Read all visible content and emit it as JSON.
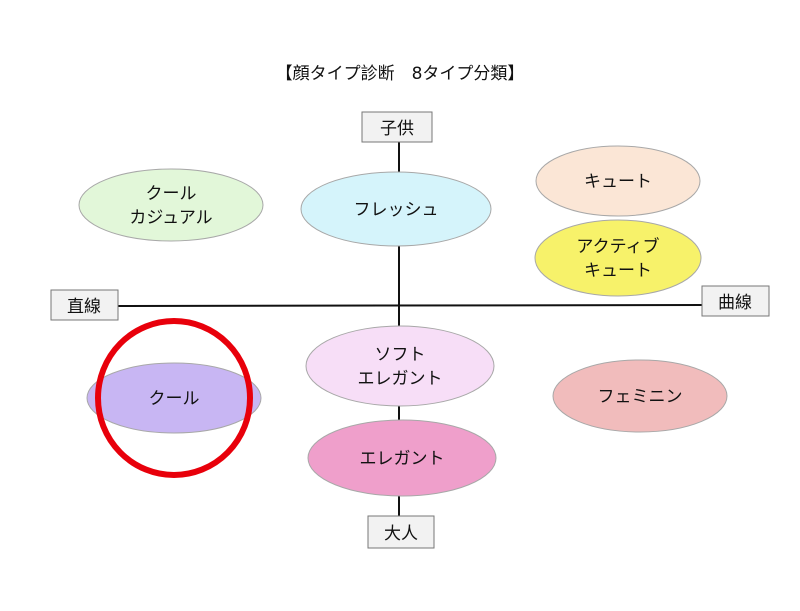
{
  "title": "【顔タイプ診断　8タイプ分類】",
  "axes": {
    "top": "子供",
    "bottom": "大人",
    "left": "直線",
    "right": "曲線"
  },
  "types": [
    {
      "id": "cool-casual",
      "lines": [
        "クール",
        "カジュアル"
      ],
      "color": "#e2f7d9"
    },
    {
      "id": "fresh",
      "lines": [
        "フレッシュ"
      ],
      "color": "#d5f4fb"
    },
    {
      "id": "cute",
      "lines": [
        "キュート"
      ],
      "color": "#fbe6d6"
    },
    {
      "id": "active-cute",
      "lines": [
        "アクティブ",
        "キュート"
      ],
      "color": "#f7f26a"
    },
    {
      "id": "soft-elegant",
      "lines": [
        "ソフト",
        "エレガント"
      ],
      "color": "#f7def7"
    },
    {
      "id": "cool",
      "lines": [
        "クール"
      ],
      "color": "#c8b6f3"
    },
    {
      "id": "feminine",
      "lines": [
        "フェミニン"
      ],
      "color": "#f1bcbc"
    },
    {
      "id": "elegant",
      "lines": [
        "エレガント"
      ],
      "color": "#ef9fcb"
    }
  ],
  "highlight": {
    "type": "cool",
    "color": "#e8000b"
  }
}
